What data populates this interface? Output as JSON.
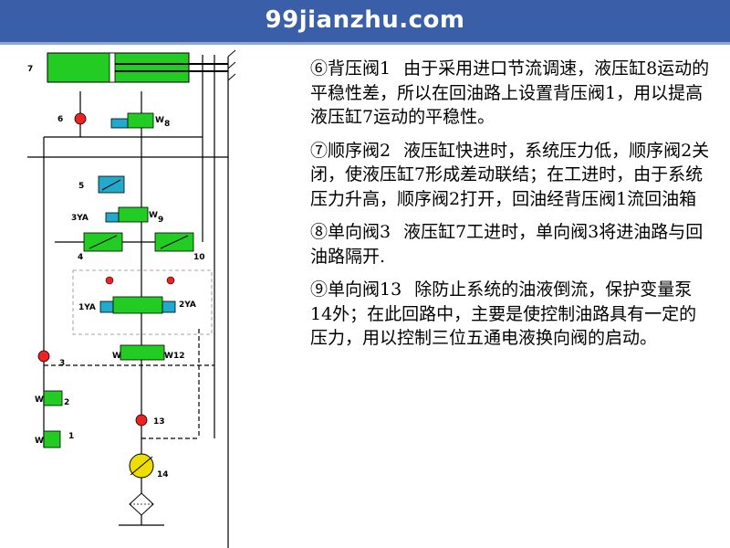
{
  "header": {
    "site_title": "99jianzhu.com"
  },
  "colors": {
    "header_bg": "#3a5fa8",
    "component_green": "#22cc22",
    "valve_blue": "#22aacc",
    "check_red": "#ee2222",
    "pump_yellow": "#eedd00"
  },
  "diagram": {
    "labels": {
      "c7": "7",
      "c6": "6",
      "c8": "8",
      "c5": "5",
      "c3ya": "3YA",
      "c9": "9",
      "c4": "4",
      "c10": "10",
      "c1ya": "1YA",
      "c2ya": "2YA",
      "c12": "12",
      "c3": "3",
      "c2": "2",
      "c1": "1",
      "c13": "13",
      "c14": "14",
      "w": "W"
    }
  },
  "paragraphs": [
    {
      "title": "⑥背压阀1",
      "body": "由于采用进口节流调速，液压缸8运动的平稳性差，所以在回油路上设置背压阀1，用以提高液压缸7运动的平稳性。"
    },
    {
      "title": "⑦顺序阀2",
      "body": "液压缸快进时，系统压力低，顺序阀2关闭，使液压缸7形成差动联结；在工进时，由于系统压力升高，顺序阀2打开，回油经背压阀1流回油箱"
    },
    {
      "title": "⑧单向阀3",
      "body": "液压缸7工进时，单向阀3将进油路与回油路隔开."
    },
    {
      "title": "⑨单向阀13",
      "body": "除防止系统的油液倒流，保护变量泵14外；在此回路中，主要是使控制油路具有一定的压力，用以控制三位五通电液换向阀的启动。"
    }
  ]
}
